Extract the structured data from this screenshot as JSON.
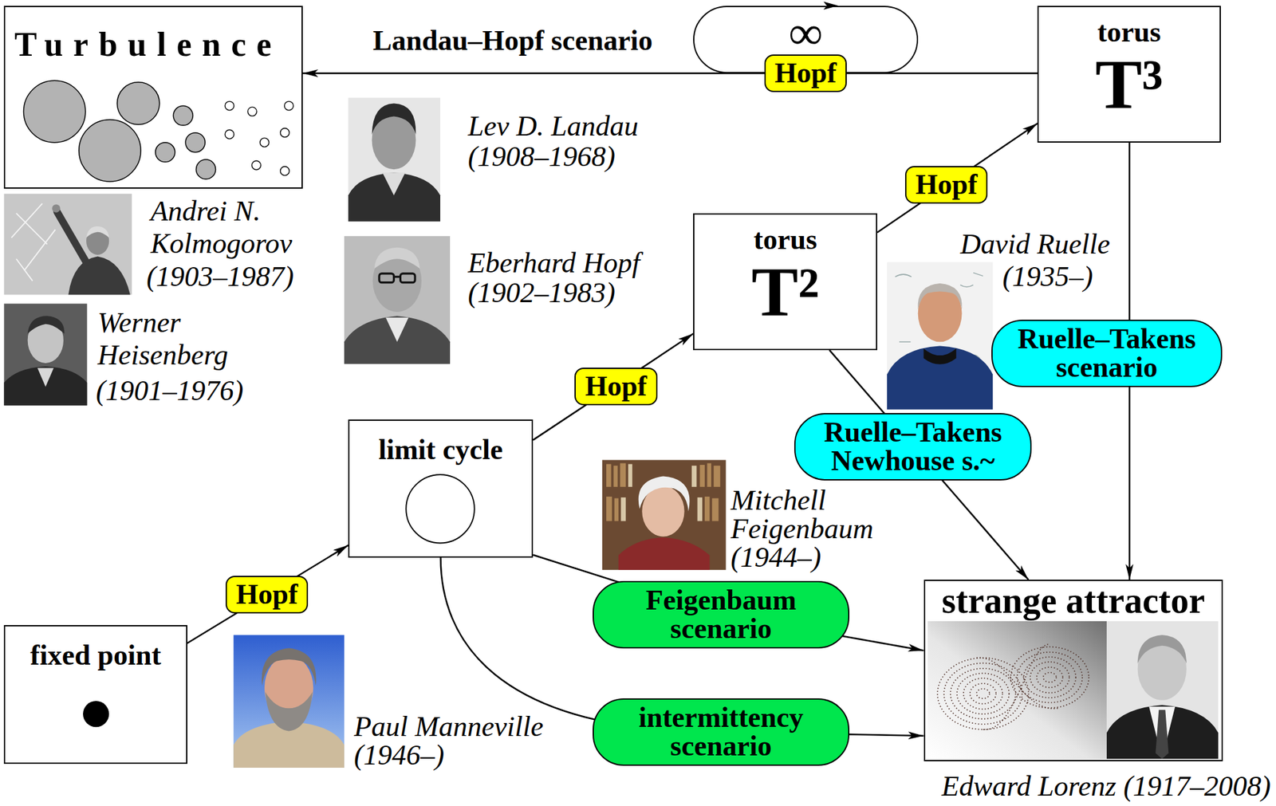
{
  "diagram": {
    "nodes": [
      {
        "text": [
          "Turbulence"
        ]
      },
      {
        "text": [
          "∞"
        ]
      },
      {
        "text": [
          "torus",
          "T³"
        ]
      },
      {
        "text": [
          "torus",
          "T²"
        ]
      },
      {
        "text": [
          "limit cycle"
        ]
      },
      {
        "text": [
          "fixed point"
        ]
      },
      {
        "text": [
          "strange attractor"
        ]
      }
    ],
    "edges": [
      {
        "from": 5,
        "to": 4,
        "label": "Hopf",
        "arrow": "to"
      },
      {
        "from": 4,
        "to": 3,
        "label": "Hopf",
        "arrow": "to"
      },
      {
        "from": 3,
        "to": 2,
        "label": "Hopf",
        "arrow": "to"
      },
      {
        "from": 2,
        "to": 1,
        "label": "Hopf",
        "arrow": "none"
      },
      {
        "from": 1,
        "to": 0,
        "label": "Landau–Hopf scenario",
        "arrow": "to"
      },
      {
        "from": 2,
        "to": 6,
        "label": "Ruelle–Takens scenario",
        "arrow": "to"
      },
      {
        "from": 3,
        "to": 6,
        "label": "Ruelle–Takens Newhouse s.~",
        "arrow": "to"
      },
      {
        "from": 4,
        "to": 6,
        "label": "Feigenbaum scenario",
        "arrow": "to"
      },
      {
        "from": 4,
        "to": 6,
        "label": "intermittency scenario",
        "arrow": "to"
      }
    ],
    "labels": [
      "Lev D. Landau",
      "(1908–1968)",
      "Andrei N. Kolmogorov",
      "(1903–1987)",
      "Eberhard Hopf",
      "(1902–1983)",
      "Werner Heisenberg",
      "(1901–1976)",
      "David Ruelle",
      "(1935–)",
      "Mitchell Feigenbaum",
      "(1944–)",
      "Paul Manneville",
      "(1946–)",
      "Edward Lorenz (1917–2008)"
    ]
  }
}
